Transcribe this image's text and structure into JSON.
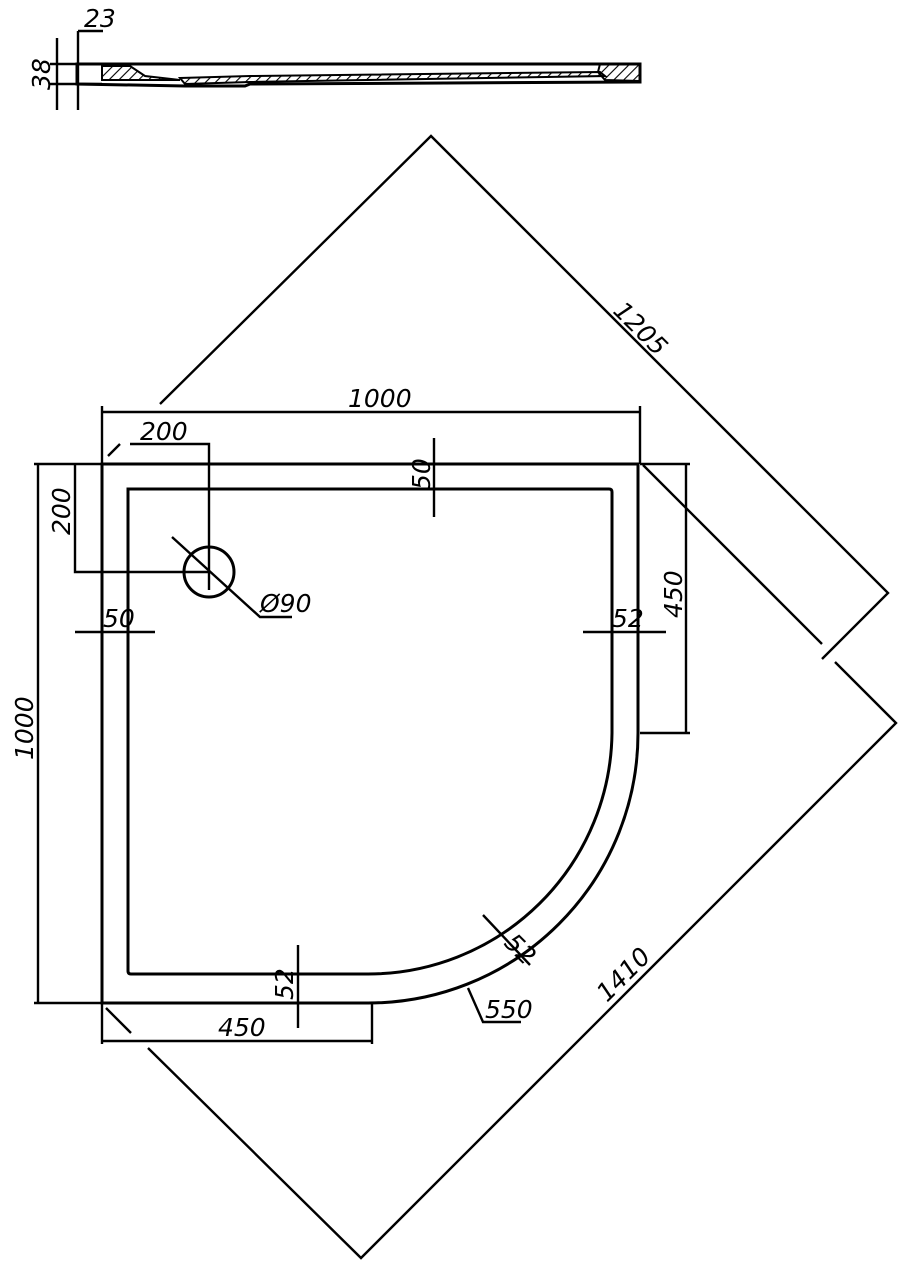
{
  "drawing": {
    "colors": {
      "line": "#000000",
      "background": "#ffffff"
    },
    "dimensions": {
      "profile_edge": "23",
      "profile_height": "38",
      "diagonal_top": "1205",
      "diagonal_bottom": "1410",
      "overall_width": "1000",
      "overall_depth": "1000",
      "drain_offset_x": "200",
      "drain_offset_y": "200",
      "drain_diameter": "Ø90",
      "rim_top": "50",
      "rim_left": "50",
      "rim_right": "52",
      "rim_bottom": "52",
      "rim_arc": "52",
      "straight_right": "450",
      "straight_bottom": "450",
      "radius": "550"
    }
  }
}
